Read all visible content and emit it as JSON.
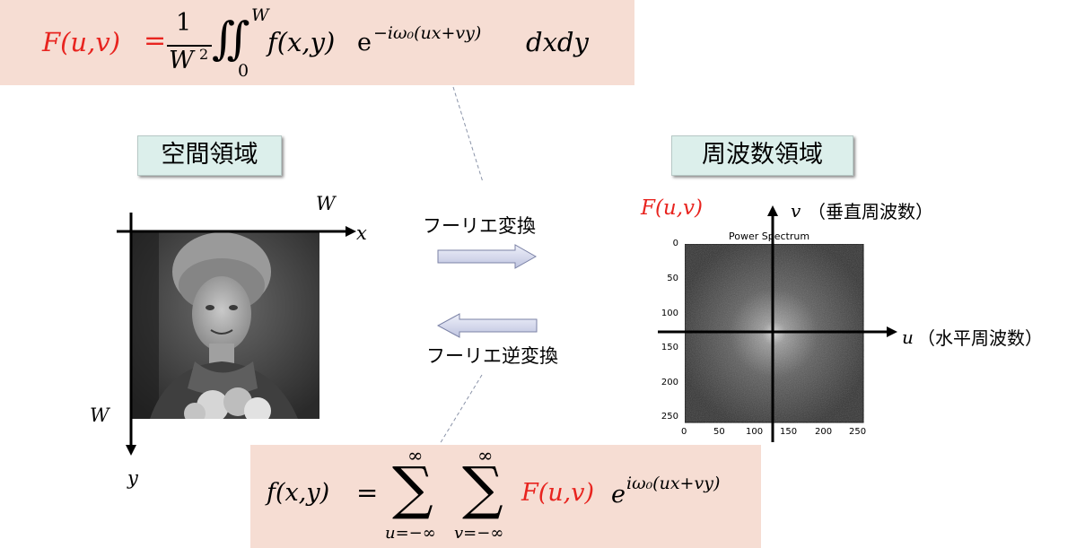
{
  "formula_top": {
    "lhs": "F(u,v)",
    "equals": "=",
    "frac_num": "1",
    "frac_den": "W",
    "frac_den_exp": "2",
    "integral": "∬",
    "upper_limit": "W",
    "lower_limit": "0",
    "integrand": "f(x,y)",
    "exp_base": "e",
    "exponent": "−iω₀(ux+vy)",
    "differential": "dxdy"
  },
  "formula_bottom": {
    "lhs": "f(x,y)",
    "equals": "=",
    "sum1_top": "∞",
    "sum1_bottom": "u=−∞",
    "sum2_top": "∞",
    "sum2_bottom": "v=−∞",
    "sigma": "∑",
    "term": "F(u,v)",
    "exp_base": "e",
    "exponent": "iω₀(ux+vy)"
  },
  "spatial": {
    "label": "空間領域",
    "axis_x": "x",
    "axis_y": "y",
    "w_top": "W",
    "w_left": "W"
  },
  "frequency": {
    "label": "周波数領域",
    "func": "F(u,v)",
    "axis_v": "v",
    "axis_v_note": "（垂直周波数）",
    "axis_u": "u",
    "axis_u_note": "（水平周波数）"
  },
  "transform": {
    "forward": "フーリエ変換",
    "inverse": "フーリエ逆変換"
  },
  "spectrum_plot": {
    "title": "Power Spectrum",
    "y_ticks": [
      "0",
      "50",
      "100",
      "150",
      "200",
      "250"
    ],
    "x_ticks": [
      "0",
      "50",
      "100",
      "150",
      "200",
      "250"
    ]
  },
  "colors": {
    "formula_bg": "#f6ddd3",
    "label_bg": "#dcefeb",
    "red": "#e8241f",
    "arrow_fill": "#d9dcf0"
  }
}
